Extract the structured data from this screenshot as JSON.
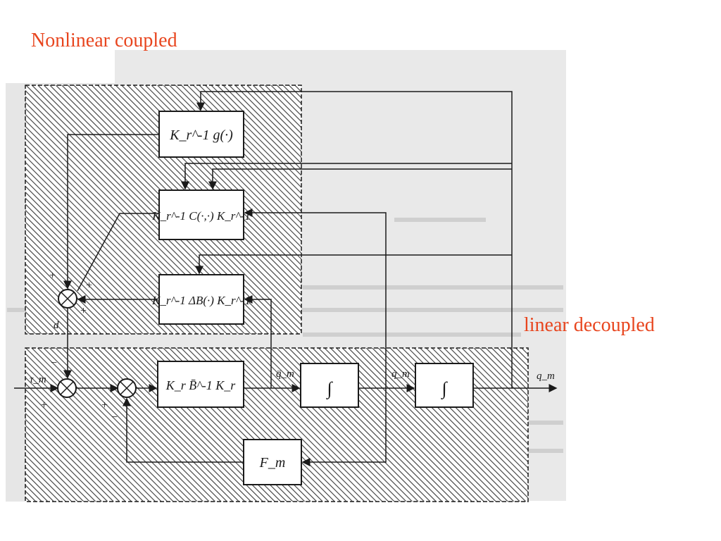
{
  "titles": {
    "nonlinear": "Nonlinear coupled",
    "linear": "linear decoupled"
  },
  "blocks": {
    "gravity": "K_r^-1 g(·)",
    "coriolis": "K_r^-1 C(·,·) K_r^-1",
    "inertia_var": "K_r^-1 ΔB(·) K_r^-1",
    "inertia_mean": "K_r B̄^-1 K_r",
    "integrator1": "∫",
    "integrator2": "∫",
    "friction": "F_m"
  },
  "signals": {
    "input_torque": "τ_m",
    "disturbance": "d",
    "acceleration": "q̈_m",
    "velocity": "q̇_m",
    "position": "q_m"
  },
  "colors": {
    "title": "#e8451e",
    "line": "#1a1a1a",
    "scan": "#e9e9e9",
    "hatch": "#3a3a3a"
  }
}
